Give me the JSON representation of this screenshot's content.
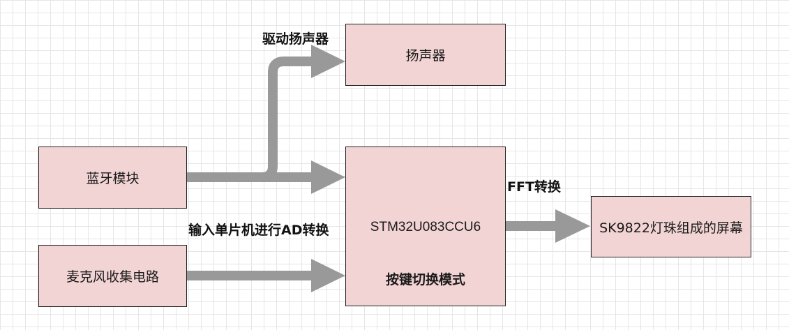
{
  "nodes": {
    "speaker": "扬声器",
    "bluetooth": "蓝牙模块",
    "microphone": "麦克风收集电路",
    "mcu_name": "STM32U083CCU6",
    "mcu_mode": "按键切换模式",
    "screen": "SK9822灯珠组成的屏幕"
  },
  "edges": {
    "drive_speaker": "驱动扬声器",
    "adc_input": "输入单片机进行AD转换",
    "fft": "FFT转换"
  },
  "colors": {
    "node_fill": "#f2d4d4",
    "node_border": "#222222",
    "arrow": "#999999",
    "grid": "#e6e6e6"
  }
}
